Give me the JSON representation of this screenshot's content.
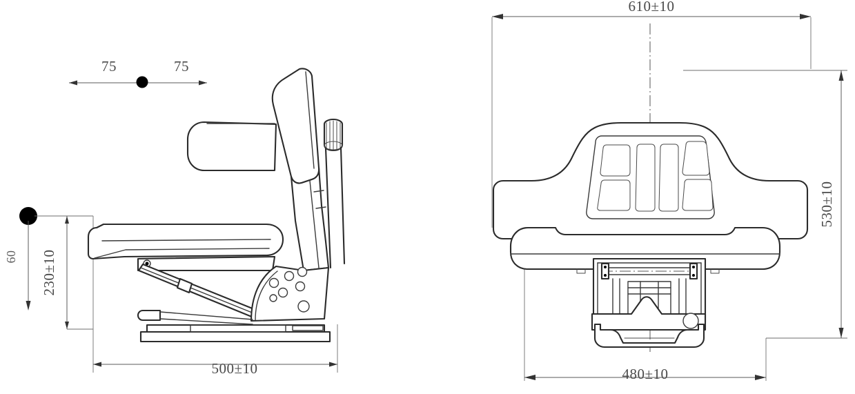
{
  "document": {
    "type": "engineering-drawing",
    "subject": "Universal tractor suspension seat",
    "background_color": "#ffffff",
    "line_color": "#2b2b2b",
    "dimension_color": "#4a4a4a",
    "views": [
      "side-elevation",
      "front-elevation"
    ]
  },
  "side_view": {
    "name": "Side elevation view",
    "dimensions": {
      "top_offset": {
        "left_label": "75",
        "right_label": "75",
        "style": "double-arrow-horizontal-with-datum-dot"
      },
      "height_offset": {
        "label": "60",
        "orientation": "vertical-rotated",
        "style": "datum-dot-with-down-arrow"
      },
      "seat_height": {
        "label": "230±10",
        "orientation": "vertical-rotated"
      },
      "overall_depth": {
        "label": "500±10",
        "orientation": "horizontal"
      }
    },
    "features": [
      "backrest",
      "armrest",
      "seat-cushion",
      "suspension-bracket",
      "slide-rail",
      "adjustment-knob",
      "release-lever"
    ]
  },
  "front_view": {
    "name": "Front elevation view",
    "dimensions": {
      "overall_width": {
        "label": "610±10",
        "orientation": "horizontal"
      },
      "overall_height": {
        "label": "530±10",
        "orientation": "vertical-rotated"
      },
      "base_width": {
        "label": "480±10",
        "orientation": "horizontal"
      }
    },
    "features": [
      "backrest-panel",
      "cushion-segments",
      "support-posts",
      "seat-pan",
      "suspension-frame",
      "mounting-plate",
      "centerline"
    ],
    "cushion_segment_count": 6
  }
}
